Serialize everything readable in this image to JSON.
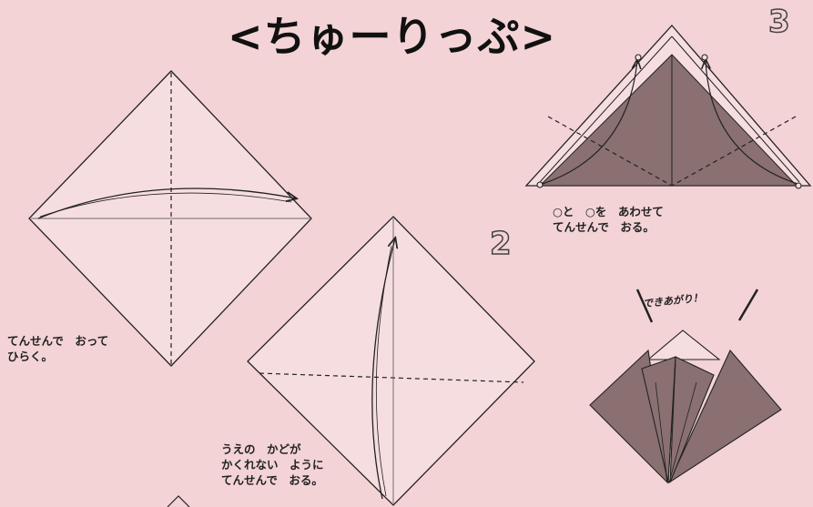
{
  "title": "<ちゅーりっぷ>",
  "steps": [
    {
      "number": "",
      "caption": "てんせんで　おって\nひらく。"
    },
    {
      "number": "2",
      "caption": "うえの　かどが\nかくれない　ように\nてんせんで　おる。"
    },
    {
      "number": "3",
      "caption": "○と　○を　あわせて\nてんせんで　おる。"
    }
  ],
  "done_label": "できあがり！",
  "colors": {
    "background": "#f3d3d6",
    "paper_dark": "#8a7070",
    "line": "#222222"
  }
}
